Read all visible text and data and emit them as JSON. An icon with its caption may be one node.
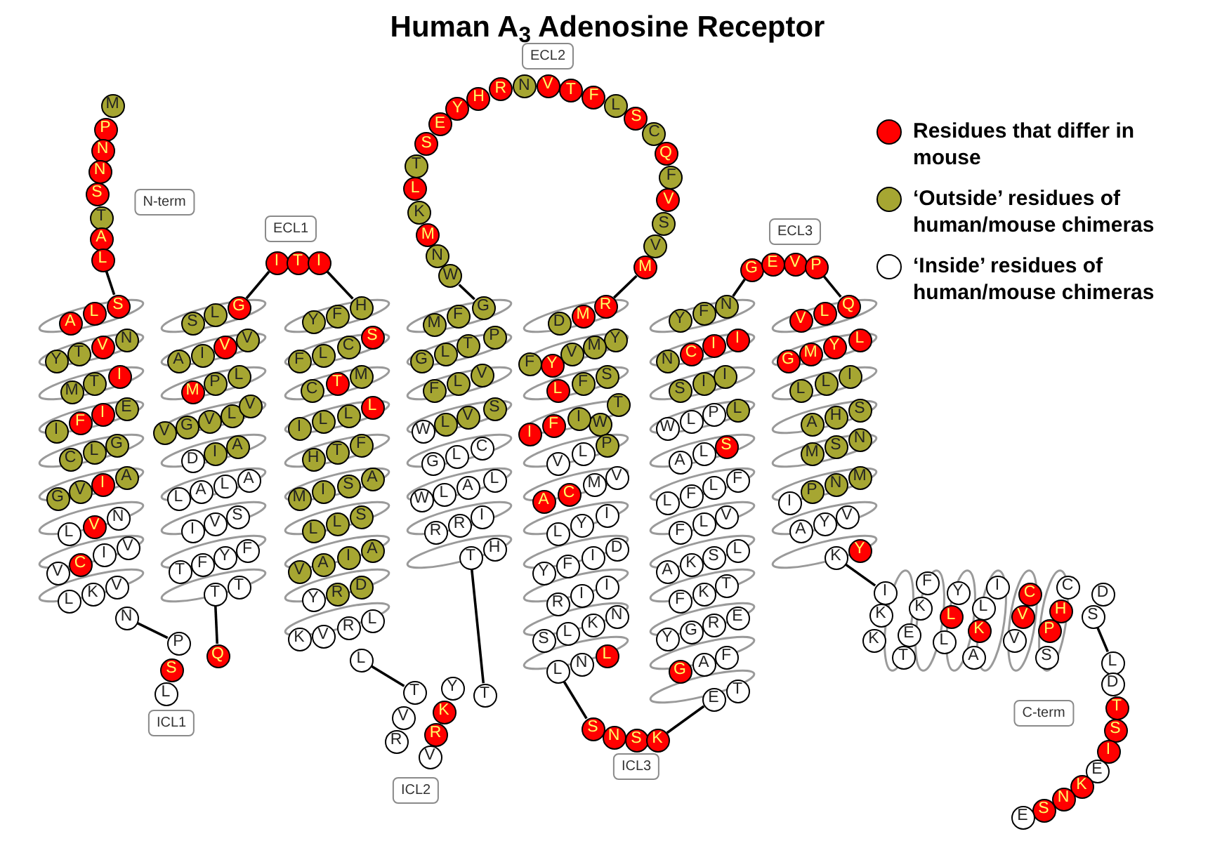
{
  "diagram": {
    "title": "Human A$_{3}$ Adenosine Receptor",
    "nodes": [
      {
        "text": [
          "M"
        ]
      },
      {
        "text": [
          "P"
        ]
      },
      {
        "text": [
          "N"
        ]
      },
      {
        "text": [
          "N"
        ]
      },
      {
        "text": [
          "S"
        ]
      },
      {
        "text": [
          "T"
        ]
      },
      {
        "text": [
          "A"
        ]
      },
      {
        "text": [
          "L"
        ]
      },
      {
        "text": [
          "S"
        ]
      },
      {
        "text": [
          "L"
        ]
      },
      {
        "text": [
          "A"
        ]
      },
      {
        "text": [
          "N"
        ]
      },
      {
        "text": [
          "V"
        ]
      },
      {
        "text": [
          "T"
        ]
      },
      {
        "text": [
          "Y"
        ]
      },
      {
        "text": [
          "I"
        ]
      },
      {
        "text": [
          "T"
        ]
      },
      {
        "text": [
          "M"
        ]
      },
      {
        "text": [
          "E"
        ]
      },
      {
        "text": [
          "I"
        ]
      },
      {
        "text": [
          "F"
        ]
      },
      {
        "text": [
          "I"
        ]
      },
      {
        "text": [
          "G"
        ]
      },
      {
        "text": [
          "L"
        ]
      },
      {
        "text": [
          "C"
        ]
      },
      {
        "text": [
          "A"
        ]
      },
      {
        "text": [
          "I"
        ]
      },
      {
        "text": [
          "V"
        ]
      },
      {
        "text": [
          "G"
        ]
      },
      {
        "text": [
          "N"
        ]
      },
      {
        "text": [
          "V"
        ]
      },
      {
        "text": [
          "L"
        ]
      },
      {
        "text": [
          "V"
        ]
      },
      {
        "text": [
          "I"
        ]
      },
      {
        "text": [
          "C"
        ]
      },
      {
        "text": [
          "V"
        ]
      },
      {
        "text": [
          "V"
        ]
      },
      {
        "text": [
          "K"
        ]
      },
      {
        "text": [
          "L"
        ]
      },
      {
        "text": [
          "N"
        ]
      },
      {
        "text": [
          "P"
        ]
      },
      {
        "text": [
          "S"
        ]
      },
      {
        "text": [
          "L"
        ]
      },
      {
        "text": [
          "Q"
        ]
      },
      {
        "text": [
          "T"
        ]
      },
      {
        "text": [
          "T"
        ]
      },
      {
        "text": [
          "T"
        ]
      },
      {
        "text": [
          "F"
        ]
      },
      {
        "text": [
          "Y"
        ]
      },
      {
        "text": [
          "F"
        ]
      },
      {
        "text": [
          "I"
        ]
      },
      {
        "text": [
          "V"
        ]
      },
      {
        "text": [
          "S"
        ]
      },
      {
        "text": [
          "L"
        ]
      },
      {
        "text": [
          "A"
        ]
      },
      {
        "text": [
          "L"
        ]
      },
      {
        "text": [
          "A"
        ]
      },
      {
        "text": [
          "D"
        ]
      },
      {
        "text": [
          "I"
        ]
      },
      {
        "text": [
          "A"
        ]
      },
      {
        "text": [
          "V"
        ]
      },
      {
        "text": [
          "G"
        ]
      },
      {
        "text": [
          "V"
        ]
      },
      {
        "text": [
          "L"
        ]
      },
      {
        "text": [
          "V"
        ]
      },
      {
        "text": [
          "M"
        ]
      },
      {
        "text": [
          "P"
        ]
      },
      {
        "text": [
          "L"
        ]
      },
      {
        "text": [
          "A"
        ]
      },
      {
        "text": [
          "I"
        ]
      },
      {
        "text": [
          "V"
        ]
      },
      {
        "text": [
          "V"
        ]
      },
      {
        "text": [
          "S"
        ]
      },
      {
        "text": [
          "L"
        ]
      },
      {
        "text": [
          "G"
        ]
      },
      {
        "text": [
          "I"
        ]
      },
      {
        "text": [
          "T"
        ]
      },
      {
        "text": [
          "I"
        ]
      },
      {
        "text": [
          "Y"
        ]
      },
      {
        "text": [
          "F"
        ]
      },
      {
        "text": [
          "H"
        ]
      },
      {
        "text": [
          "F"
        ]
      },
      {
        "text": [
          "L"
        ]
      },
      {
        "text": [
          "C"
        ]
      },
      {
        "text": [
          "S"
        ]
      },
      {
        "text": [
          "C"
        ]
      },
      {
        "text": [
          "T"
        ]
      },
      {
        "text": [
          "M"
        ]
      },
      {
        "text": [
          "I"
        ]
      },
      {
        "text": [
          "L"
        ]
      },
      {
        "text": [
          "L"
        ]
      },
      {
        "text": [
          "L"
        ]
      },
      {
        "text": [
          "H"
        ]
      },
      {
        "text": [
          "T"
        ]
      },
      {
        "text": [
          "F"
        ]
      },
      {
        "text": [
          "M"
        ]
      },
      {
        "text": [
          "I"
        ]
      },
      {
        "text": [
          "S"
        ]
      },
      {
        "text": [
          "A"
        ]
      },
      {
        "text": [
          "L"
        ]
      },
      {
        "text": [
          "L"
        ]
      },
      {
        "text": [
          "S"
        ]
      },
      {
        "text": [
          "V"
        ]
      },
      {
        "text": [
          "A"
        ]
      },
      {
        "text": [
          "I"
        ]
      },
      {
        "text": [
          "A"
        ]
      },
      {
        "text": [
          "Y"
        ]
      },
      {
        "text": [
          "R"
        ]
      },
      {
        "text": [
          "D"
        ]
      },
      {
        "text": [
          "K"
        ]
      },
      {
        "text": [
          "V"
        ]
      },
      {
        "text": [
          "R"
        ]
      },
      {
        "text": [
          "L"
        ]
      },
      {
        "text": [
          "L"
        ]
      },
      {
        "text": [
          "T"
        ]
      },
      {
        "text": [
          "V"
        ]
      },
      {
        "text": [
          "R"
        ]
      },
      {
        "text": [
          "V"
        ]
      },
      {
        "text": [
          "R"
        ]
      },
      {
        "text": [
          "K"
        ]
      },
      {
        "text": [
          "Y"
        ]
      },
      {
        "text": [
          "T"
        ]
      },
      {
        "text": [
          "T"
        ]
      },
      {
        "text": [
          "H"
        ]
      },
      {
        "text": [
          "R"
        ]
      },
      {
        "text": [
          "R"
        ]
      },
      {
        "text": [
          "I"
        ]
      },
      {
        "text": [
          "W"
        ]
      },
      {
        "text": [
          "L"
        ]
      },
      {
        "text": [
          "A"
        ]
      },
      {
        "text": [
          "L"
        ]
      },
      {
        "text": [
          "G"
        ]
      },
      {
        "text": [
          "L"
        ]
      },
      {
        "text": [
          "C"
        ]
      },
      {
        "text": [
          "W"
        ]
      },
      {
        "text": [
          "L"
        ]
      },
      {
        "text": [
          "V"
        ]
      },
      {
        "text": [
          "S"
        ]
      },
      {
        "text": [
          "F"
        ]
      },
      {
        "text": [
          "L"
        ]
      },
      {
        "text": [
          "V"
        ]
      },
      {
        "text": [
          "G"
        ]
      },
      {
        "text": [
          "L"
        ]
      },
      {
        "text": [
          "T"
        ]
      },
      {
        "text": [
          "P"
        ]
      },
      {
        "text": [
          "M"
        ]
      },
      {
        "text": [
          "F"
        ]
      },
      {
        "text": [
          "G"
        ]
      },
      {
        "text": [
          "W"
        ]
      },
      {
        "text": [
          "N"
        ]
      },
      {
        "text": [
          "M"
        ]
      },
      {
        "text": [
          "K"
        ]
      },
      {
        "text": [
          "L"
        ]
      },
      {
        "text": [
          "T"
        ]
      },
      {
        "text": [
          "S"
        ]
      },
      {
        "text": [
          "E"
        ]
      },
      {
        "text": [
          "Y"
        ]
      },
      {
        "text": [
          "H"
        ]
      },
      {
        "text": [
          "R"
        ]
      },
      {
        "text": [
          "N"
        ]
      },
      {
        "text": [
          "V"
        ]
      },
      {
        "text": [
          "T"
        ]
      },
      {
        "text": [
          "F"
        ]
      },
      {
        "text": [
          "L"
        ]
      },
      {
        "text": [
          "S"
        ]
      },
      {
        "text": [
          "C"
        ]
      },
      {
        "text": [
          "Q"
        ]
      },
      {
        "text": [
          "F"
        ]
      },
      {
        "text": [
          "V"
        ]
      },
      {
        "text": [
          "S"
        ]
      },
      {
        "text": [
          "V"
        ]
      },
      {
        "text": [
          "M"
        ]
      },
      {
        "text": [
          "R"
        ]
      },
      {
        "text": [
          "M"
        ]
      },
      {
        "text": [
          "D"
        ]
      },
      {
        "text": [
          "Y"
        ]
      },
      {
        "text": [
          "M"
        ]
      },
      {
        "text": [
          "V"
        ]
      },
      {
        "text": [
          "Y"
        ]
      },
      {
        "text": [
          "F"
        ]
      },
      {
        "text": [
          "S"
        ]
      },
      {
        "text": [
          "F"
        ]
      },
      {
        "text": [
          "L"
        ]
      },
      {
        "text": [
          "T"
        ]
      },
      {
        "text": [
          "W"
        ]
      },
      {
        "text": [
          "I"
        ]
      },
      {
        "text": [
          "F"
        ]
      },
      {
        "text": [
          "I"
        ]
      },
      {
        "text": [
          "P"
        ]
      },
      {
        "text": [
          "L"
        ]
      },
      {
        "text": [
          "V"
        ]
      },
      {
        "text": [
          "V"
        ]
      },
      {
        "text": [
          "M"
        ]
      },
      {
        "text": [
          "C"
        ]
      },
      {
        "text": [
          "A"
        ]
      },
      {
        "text": [
          "I"
        ]
      },
      {
        "text": [
          "Y"
        ]
      },
      {
        "text": [
          "L"
        ]
      },
      {
        "text": [
          "D"
        ]
      },
      {
        "text": [
          "I"
        ]
      },
      {
        "text": [
          "F"
        ]
      },
      {
        "text": [
          "Y"
        ]
      },
      {
        "text": [
          "I"
        ]
      },
      {
        "text": [
          "I"
        ]
      },
      {
        "text": [
          "R"
        ]
      },
      {
        "text": [
          "N"
        ]
      },
      {
        "text": [
          "K"
        ]
      },
      {
        "text": [
          "L"
        ]
      },
      {
        "text": [
          "S"
        ]
      },
      {
        "text": [
          "L"
        ]
      },
      {
        "text": [
          "N"
        ]
      },
      {
        "text": [
          "L"
        ]
      },
      {
        "text": [
          "S"
        ]
      },
      {
        "text": [
          "N"
        ]
      },
      {
        "text": [
          "S"
        ]
      },
      {
        "text": [
          "K"
        ]
      },
      {
        "text": [
          "E"
        ]
      },
      {
        "text": [
          "T"
        ]
      },
      {
        "text": [
          "G"
        ]
      },
      {
        "text": [
          "A"
        ]
      },
      {
        "text": [
          "F"
        ]
      },
      {
        "text": [
          "Y"
        ]
      },
      {
        "text": [
          "G"
        ]
      },
      {
        "text": [
          "R"
        ]
      },
      {
        "text": [
          "E"
        ]
      },
      {
        "text": [
          "F"
        ]
      },
      {
        "text": [
          "K"
        ]
      },
      {
        "text": [
          "T"
        ]
      },
      {
        "text": [
          "A"
        ]
      },
      {
        "text": [
          "K"
        ]
      },
      {
        "text": [
          "S"
        ]
      },
      {
        "text": [
          "L"
        ]
      },
      {
        "text": [
          "F"
        ]
      },
      {
        "text": [
          "L"
        ]
      },
      {
        "text": [
          "V"
        ]
      },
      {
        "text": [
          "L"
        ]
      },
      {
        "text": [
          "F"
        ]
      },
      {
        "text": [
          "L"
        ]
      },
      {
        "text": [
          "F"
        ]
      },
      {
        "text": [
          "A"
        ]
      },
      {
        "text": [
          "L"
        ]
      },
      {
        "text": [
          "S"
        ]
      },
      {
        "text": [
          "W"
        ]
      },
      {
        "text": [
          "L"
        ]
      },
      {
        "text": [
          "P"
        ]
      },
      {
        "text": [
          "L"
        ]
      },
      {
        "text": [
          "S"
        ]
      },
      {
        "text": [
          "I"
        ]
      },
      {
        "text": [
          "I"
        ]
      },
      {
        "text": [
          "N"
        ]
      },
      {
        "text": [
          "C"
        ]
      },
      {
        "text": [
          "I"
        ]
      },
      {
        "text": [
          "I"
        ]
      },
      {
        "text": [
          "Y"
        ]
      },
      {
        "text": [
          "F"
        ]
      },
      {
        "text": [
          "N"
        ]
      },
      {
        "text": [
          "G"
        ]
      },
      {
        "text": [
          "E"
        ]
      },
      {
        "text": [
          "V"
        ]
      },
      {
        "text": [
          "P"
        ]
      },
      {
        "text": [
          "Q"
        ]
      },
      {
        "text": [
          "L"
        ]
      },
      {
        "text": [
          "V"
        ]
      },
      {
        "text": [
          "L"
        ]
      },
      {
        "text": [
          "Y"
        ]
      },
      {
        "text": [
          "M"
        ]
      },
      {
        "text": [
          "G"
        ]
      },
      {
        "text": [
          "I"
        ]
      },
      {
        "text": [
          "L"
        ]
      },
      {
        "text": [
          "L"
        ]
      },
      {
        "text": [
          "S"
        ]
      },
      {
        "text": [
          "H"
        ]
      },
      {
        "text": [
          "A"
        ]
      },
      {
        "text": [
          "N"
        ]
      },
      {
        "text": [
          "S"
        ]
      },
      {
        "text": [
          "M"
        ]
      },
      {
        "text": [
          "M"
        ]
      },
      {
        "text": [
          "N"
        ]
      },
      {
        "text": [
          "P"
        ]
      },
      {
        "text": [
          "I"
        ]
      },
      {
        "text": [
          "V"
        ]
      },
      {
        "text": [
          "Y"
        ]
      },
      {
        "text": [
          "A"
        ]
      },
      {
        "text": [
          "Y"
        ]
      },
      {
        "text": [
          "K"
        ]
      },
      {
        "text": [
          "I"
        ]
      },
      {
        "text": [
          "K"
        ]
      },
      {
        "text": [
          "K"
        ]
      },
      {
        "text": [
          "F"
        ]
      },
      {
        "text": [
          "K"
        ]
      },
      {
        "text": [
          "E"
        ]
      },
      {
        "text": [
          "T"
        ]
      },
      {
        "text": [
          "Y"
        ]
      },
      {
        "text": [
          "L"
        ]
      },
      {
        "text": [
          "L"
        ]
      },
      {
        "text": [
          "I"
        ]
      },
      {
        "text": [
          "L"
        ]
      },
      {
        "text": [
          "K"
        ]
      },
      {
        "text": [
          "A"
        ]
      },
      {
        "text": [
          "V"
        ]
      },
      {
        "text": [
          "V"
        ]
      },
      {
        "text": [
          "C"
        ]
      },
      {
        "text": [
          "P"
        ]
      },
      {
        "text": [
          "H"
        ]
      },
      {
        "text": [
          "C"
        ]
      },
      {
        "text": [
          "S"
        ]
      },
      {
        "text": [
          "D"
        ]
      },
      {
        "text": [
          "S"
        ]
      },
      {
        "text": [
          "L"
        ]
      },
      {
        "text": [
          "D"
        ]
      },
      {
        "text": [
          "T"
        ]
      },
      {
        "text": [
          "S"
        ]
      },
      {
        "text": [
          "I"
        ]
      },
      {
        "text": [
          "E"
        ]
      },
      {
        "text": [
          "K"
        ]
      },
      {
        "text": [
          "N"
        ]
      },
      {
        "text": [
          "S"
        ]
      },
      {
        "text": [
          "E"
        ]
      },
      {
        "text": [
          "N-term"
        ]
      },
      {
        "text": [
          "ECL1"
        ]
      },
      {
        "text": [
          "ECL2"
        ]
      },
      {
        "text": [
          "ICL1"
        ]
      },
      {
        "text": [
          "ICL2"
        ]
      },
      {
        "text": [
          "ICL3"
        ]
      },
      {
        "text": [
          "ECL3"
        ]
      },
      {
        "text": [
          "C-term"
        ]
      }
    ],
    "edges": [
      {
        "from": 7,
        "to": 8,
        "arrow": "none"
      },
      {
        "from": 39,
        "to": 40,
        "arrow": "none"
      },
      {
        "from": 44,
        "to": 43,
        "arrow": "none"
      },
      {
        "from": 74,
        "to": 75,
        "arrow": "none"
      },
      {
        "from": 77,
        "to": 80,
        "arrow": "none"
      },
      {
        "from": 113,
        "to": 114,
        "arrow": "none"
      },
      {
        "from": 121,
        "to": 122,
        "arrow": "none"
      },
      {
        "from": 147,
        "to": 148,
        "arrow": "none"
      },
      {
        "from": 171,
        "to": 172,
        "arrow": "none"
      },
      {
        "from": 211,
        "to": 212,
        "arrow": "none"
      },
      {
        "from": 215,
        "to": 216,
        "arrow": "none"
      },
      {
        "from": 255,
        "to": 256,
        "arrow": "none"
      },
      {
        "from": 259,
        "to": 260,
        "arrow": "none"
      },
      {
        "from": 284,
        "to": 285,
        "arrow": "none"
      },
      {
        "from": 307,
        "to": 308,
        "arrow": "none"
      }
    ],
    "legend": [
      {
        "text": "Residues that differ in mouse",
        "color": "#ff0000"
      },
      {
        "text": "‘Outside’ residues of human/mouse chimeras",
        "color": "#a6a632"
      },
      {
        "text": "‘Inside’ residues of human/mouse chimeras",
        "color": "#ffffff"
      }
    ]
  }
}
